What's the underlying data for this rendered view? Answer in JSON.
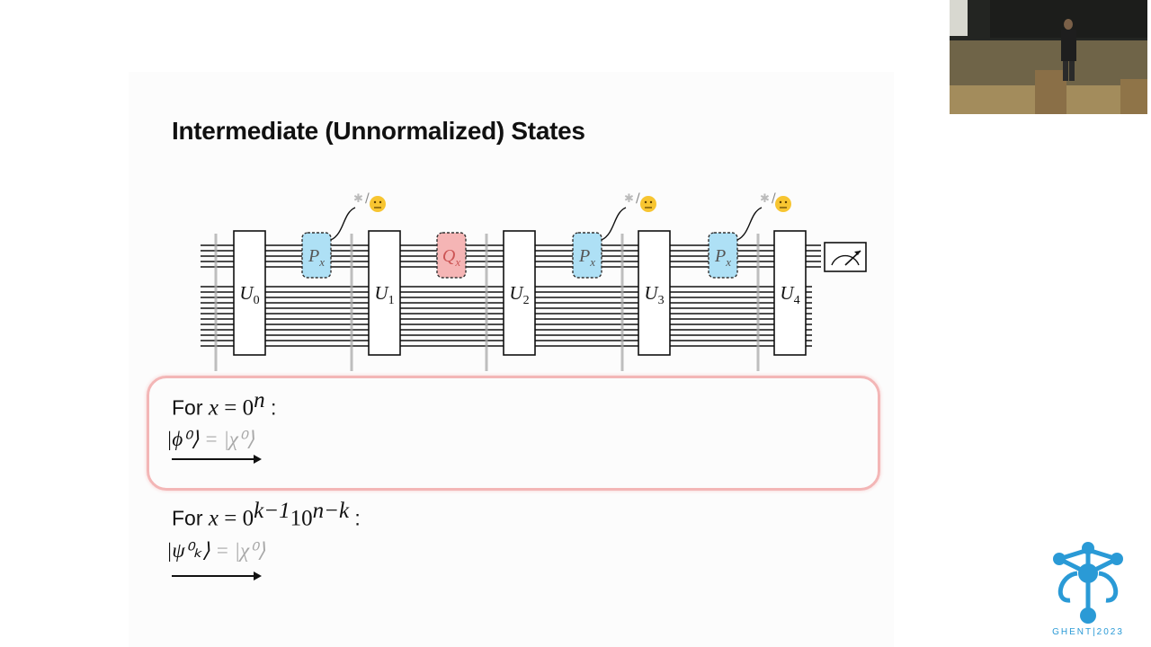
{
  "slide": {
    "title": "Intermediate (Unnormalized) States",
    "unitaries": [
      "U0",
      "U1",
      "U2",
      "U3",
      "U4"
    ],
    "gates": [
      {
        "label": "𝒫x",
        "kind": "P",
        "color": "#aee0f5"
      },
      {
        "label": "𝒬x",
        "kind": "Q",
        "color": "#f5b5b5"
      },
      {
        "label": "𝒫x",
        "kind": "P",
        "color": "#aee0f5"
      },
      {
        "label": "𝒫x",
        "kind": "P",
        "color": "#aee0f5"
      }
    ],
    "case1": {
      "prefix": "For ",
      "var": "x",
      "eq": " = 0",
      "sup": "n",
      "suffix": " :",
      "state_lhs": "|ϕ⁰⟩",
      "state_rhs": "= |χ⁰⟩"
    },
    "case2": {
      "prefix": "For ",
      "var": "x",
      "eq": " = 0",
      "sup1": "k−1",
      "mid": "10",
      "sup2": "n−k",
      "suffix": " :",
      "state_lhs": "|ψ⁰ₖ⟩",
      "state_rhs": "= |χ⁰⟩"
    }
  },
  "logo": {
    "caption": "GHENT|2023",
    "color": "#2a9ad6"
  },
  "colors": {
    "highlight": "#f3b6b6",
    "p_gate": "#aee0f5",
    "q_gate": "#f5b5b5"
  }
}
